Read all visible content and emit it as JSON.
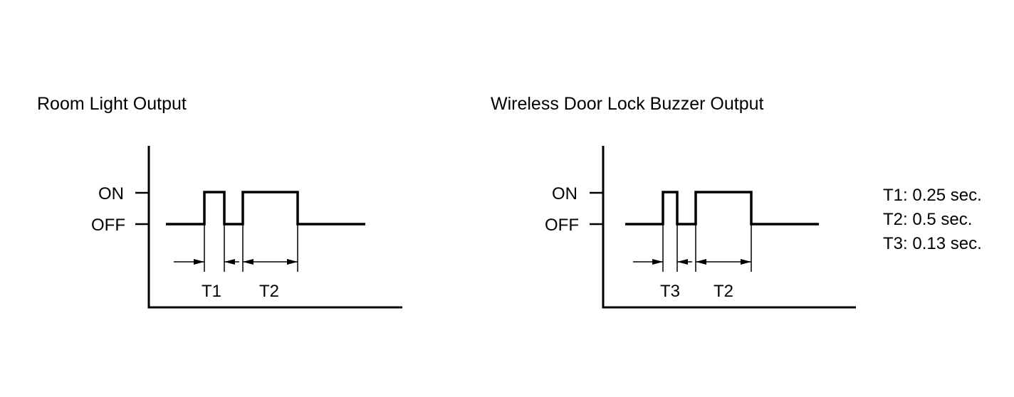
{
  "diagrams": [
    {
      "title": "Room Light Output",
      "level_on": "ON",
      "level_off": "OFF",
      "interval_labels": [
        "T1",
        "T2"
      ]
    },
    {
      "title": "Wireless Door Lock Buzzer Output",
      "level_on": "ON",
      "level_off": "OFF",
      "interval_labels": [
        "T3",
        "T2"
      ]
    }
  ],
  "legend": [
    "T1: 0.25 sec.",
    "T2: 0.5 sec.",
    "T3: 0.13 sec."
  ]
}
